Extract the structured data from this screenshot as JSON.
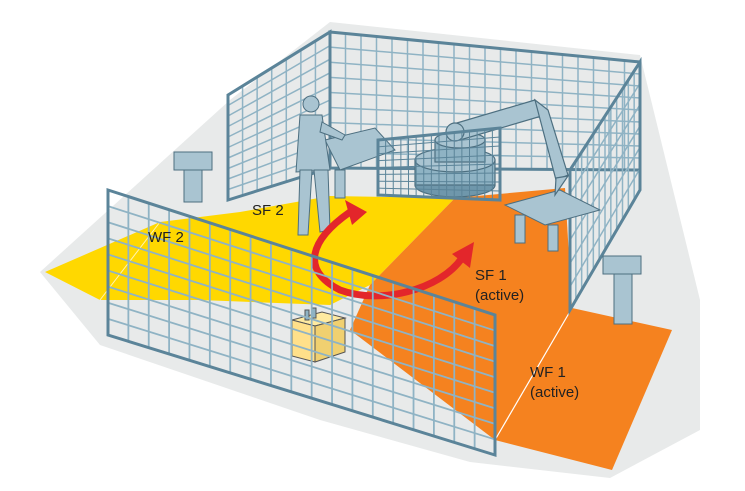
{
  "diagram": {
    "labels": {
      "wf2": "WF 2",
      "sf2": "SF 2",
      "sf1_line1": "SF 1",
      "sf1_line2": "(active)",
      "wf1_line1": "WF 1",
      "wf1_line2": "(active)"
    },
    "colors": {
      "floor": "#e8eaea",
      "warning_field": "#ffd800",
      "safety_field_active": "#f5821f",
      "fence": "#8fb3c4",
      "fence_frame": "#5b8499",
      "arrow": "#e3262b",
      "machine": "#a9c4d1"
    }
  }
}
